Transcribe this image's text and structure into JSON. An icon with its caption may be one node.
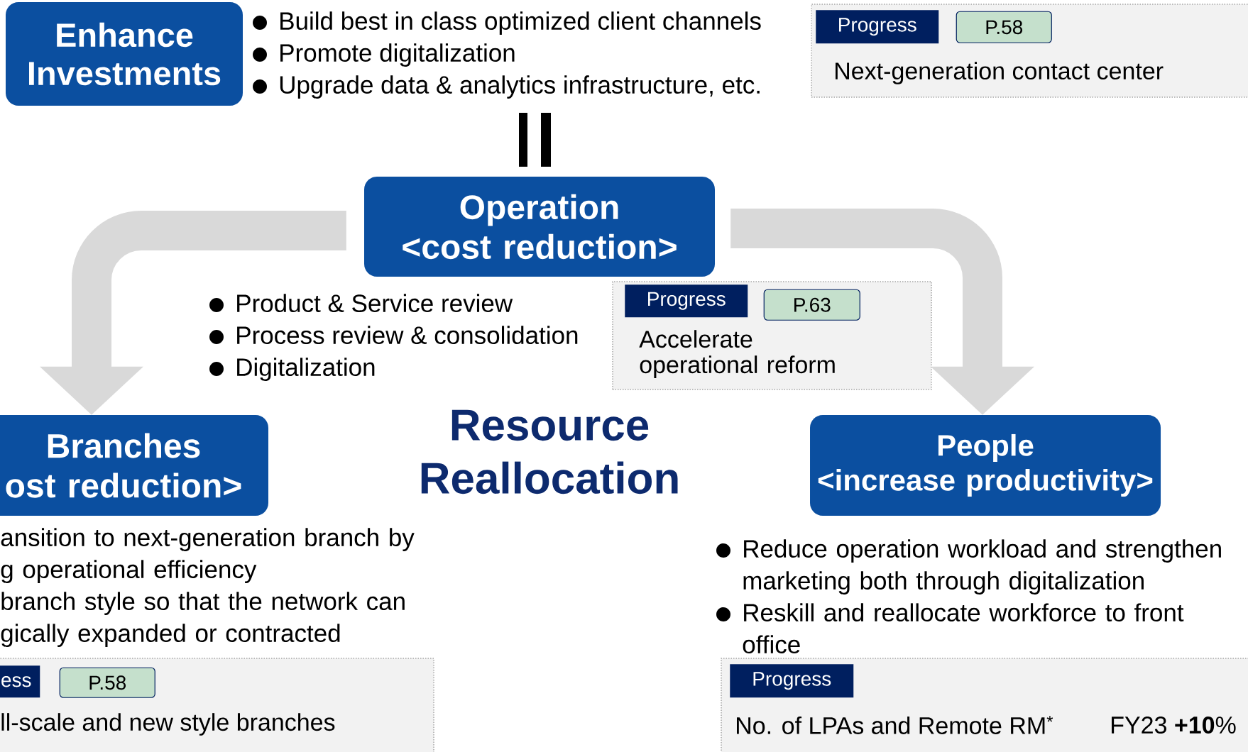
{
  "diagram": {
    "nodes": [
      {
        "text": [
          "Enhance Investments"
        ]
      },
      {
        "text": [
          "Next-generation contact center"
        ]
      },
      {
        "text": [
          "Progress"
        ],
        "in": 1
      },
      {
        "text": [
          "P.58"
        ],
        "in": 1
      },
      {
        "text": [
          "Operation",
          "<cost reduction>"
        ]
      },
      {
        "text": [
          "Accelerate operational reform"
        ]
      },
      {
        "text": [
          "Progress"
        ],
        "in": 5
      },
      {
        "text": [
          "P.63"
        ],
        "in": 5
      },
      {
        "text": [
          "Branches",
          "ost reduction>"
        ],
        "beside": [
          "ansition to next-generation branch by g operational efficiency",
          "branch style so that the network can gically expanded or contracted"
        ]
      },
      {
        "text": [
          "People",
          "<increase productivity>"
        ]
      },
      {
        "text": [
          "ll-scale and new style branches"
        ]
      },
      {
        "text": [
          "ess"
        ],
        "in": 10
      },
      {
        "text": [
          "P.58"
        ],
        "in": 10
      },
      {
        "text": [
          "No. of LPAs and Remote RM$^{*}$",
          "FY23 **+10**%"
        ]
      },
      {
        "text": [
          "Progress"
        ],
        "in": 13
      }
    ],
    "edges": [
      {
        "from": 4,
        "to": 8,
        "arrow": "to"
      },
      {
        "from": 4,
        "to": 9,
        "arrow": "to"
      }
    ],
    "labels": [
      "Build best in class optimized client channels",
      "Promote digitalization",
      "Upgrade data & analytics infrastructure, etc.",
      "Product & Service review",
      "Process review & consolidation",
      "Digitalization",
      "Resource Reallocation",
      "Reduce operation workload and strengthen marketing both through digitalization",
      "Reskill and reallocate workforce to front office"
    ]
  }
}
